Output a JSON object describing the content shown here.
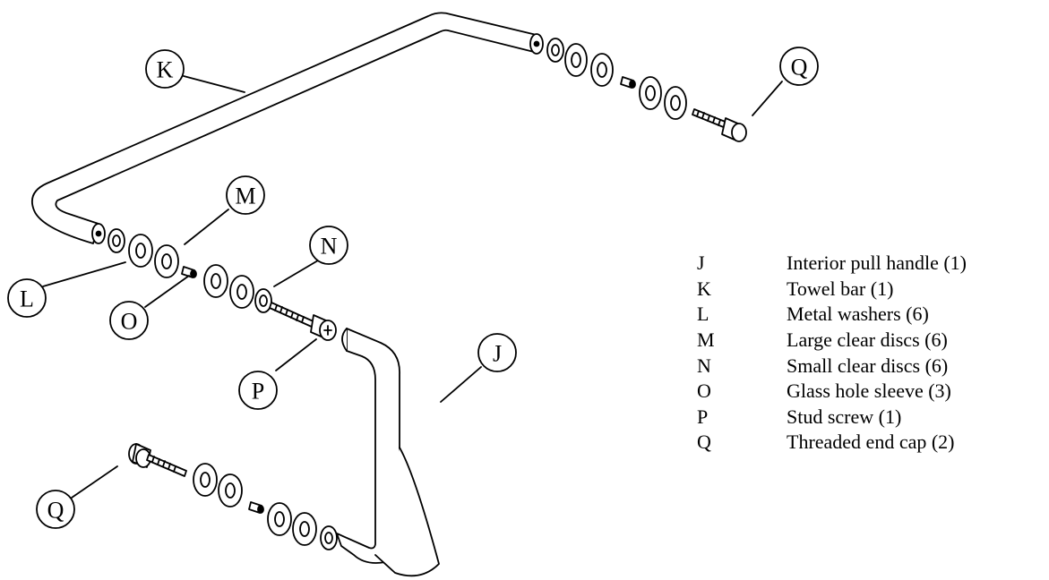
{
  "callouts": {
    "k": "K",
    "m": "M",
    "l": "L",
    "n": "N",
    "o": "O",
    "p": "P",
    "j": "J",
    "q_top": "Q",
    "q_bottom": "Q"
  },
  "legend": [
    {
      "letter": "J",
      "text": "Interior pull handle (1)"
    },
    {
      "letter": "K",
      "text": "Towel bar (1)"
    },
    {
      "letter": "L",
      "text": "Metal washers (6)"
    },
    {
      "letter": "M",
      "text": "Large clear discs (6)"
    },
    {
      "letter": "N",
      "text": "Small clear discs (6)"
    },
    {
      "letter": "O",
      "text": "Glass hole sleeve (3)"
    },
    {
      "letter": "P",
      "text": "Stud screw (1)"
    },
    {
      "letter": "Q",
      "text": "Threaded end cap (2)"
    }
  ]
}
